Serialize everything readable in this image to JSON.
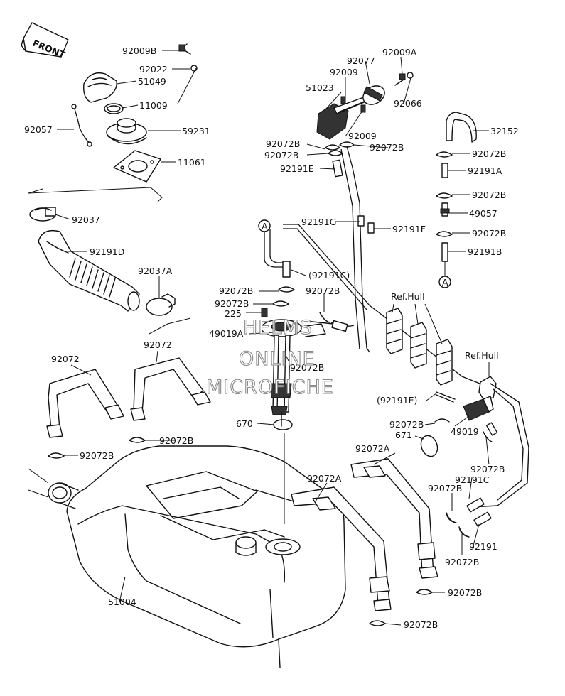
{
  "front_label": "FRONT",
  "ref_hull_label": "Ref.Hull",
  "marker_a": "A",
  "watermark": {
    "line1": "HELMS",
    "line2": "ONLINE",
    "line3": "MICROFICHE"
  },
  "callouts": [
    {
      "id": "92009B",
      "text": "92009B"
    },
    {
      "id": "92022",
      "text": "92022"
    },
    {
      "id": "51049",
      "text": "51049"
    },
    {
      "id": "11009",
      "text": "11009"
    },
    {
      "id": "92057",
      "text": "92057"
    },
    {
      "id": "59231",
      "text": "59231"
    },
    {
      "id": "11061",
      "text": "11061"
    },
    {
      "id": "92037",
      "text": "92037"
    },
    {
      "id": "92191D",
      "text": "92191D"
    },
    {
      "id": "92037A",
      "text": "92037A"
    },
    {
      "id": "92072-a",
      "text": "92072"
    },
    {
      "id": "92072-b",
      "text": "92072"
    },
    {
      "id": "92072B-1",
      "text": "92072B"
    },
    {
      "id": "92072B-2",
      "text": "92072B"
    },
    {
      "id": "51004",
      "text": "51004"
    },
    {
      "id": "92077",
      "text": "92077"
    },
    {
      "id": "92009A",
      "text": "92009A"
    },
    {
      "id": "92009-a",
      "text": "92009"
    },
    {
      "id": "51023",
      "text": "51023"
    },
    {
      "id": "92066",
      "text": "92066"
    },
    {
      "id": "92009-b",
      "text": "92009"
    },
    {
      "id": "92072B-3",
      "text": "92072B"
    },
    {
      "id": "92072B-4",
      "text": "92072B"
    },
    {
      "id": "92072B-5",
      "text": "92072B"
    },
    {
      "id": "92191E",
      "text": "92191E"
    },
    {
      "id": "92191G",
      "text": "92191G"
    },
    {
      "id": "92191F",
      "text": "92191F"
    },
    {
      "id": "92191C-p",
      "text": "(92191C)"
    },
    {
      "id": "92072B-6",
      "text": "92072B"
    },
    {
      "id": "92072B-7",
      "text": "92072B"
    },
    {
      "id": "92072B-8",
      "text": "92072B"
    },
    {
      "id": "225",
      "text": "225"
    },
    {
      "id": "49019A",
      "text": "49019A"
    },
    {
      "id": "92072B-9",
      "text": "92072B"
    },
    {
      "id": "670",
      "text": "670"
    },
    {
      "id": "32152",
      "text": "32152"
    },
    {
      "id": "92072B-10",
      "text": "92072B"
    },
    {
      "id": "92191A",
      "text": "92191A"
    },
    {
      "id": "92072B-11",
      "text": "92072B"
    },
    {
      "id": "49057",
      "text": "49057"
    },
    {
      "id": "92072B-12",
      "text": "92072B"
    },
    {
      "id": "92191B",
      "text": "92191B"
    },
    {
      "id": "92191E-p",
      "text": "(92191E)"
    },
    {
      "id": "92072B-13",
      "text": "92072B"
    },
    {
      "id": "671",
      "text": "671"
    },
    {
      "id": "92072A-1",
      "text": "92072A"
    },
    {
      "id": "92072A-2",
      "text": "92072A"
    },
    {
      "id": "49019",
      "text": "49019"
    },
    {
      "id": "92072B-14",
      "text": "92072B"
    },
    {
      "id": "92191C",
      "text": "92191C"
    },
    {
      "id": "92072B-15",
      "text": "92072B"
    },
    {
      "id": "92191",
      "text": "92191"
    },
    {
      "id": "92072B-16",
      "text": "92072B"
    },
    {
      "id": "92072B-17",
      "text": "92072B"
    },
    {
      "id": "92072B-18",
      "text": "92072B"
    }
  ]
}
